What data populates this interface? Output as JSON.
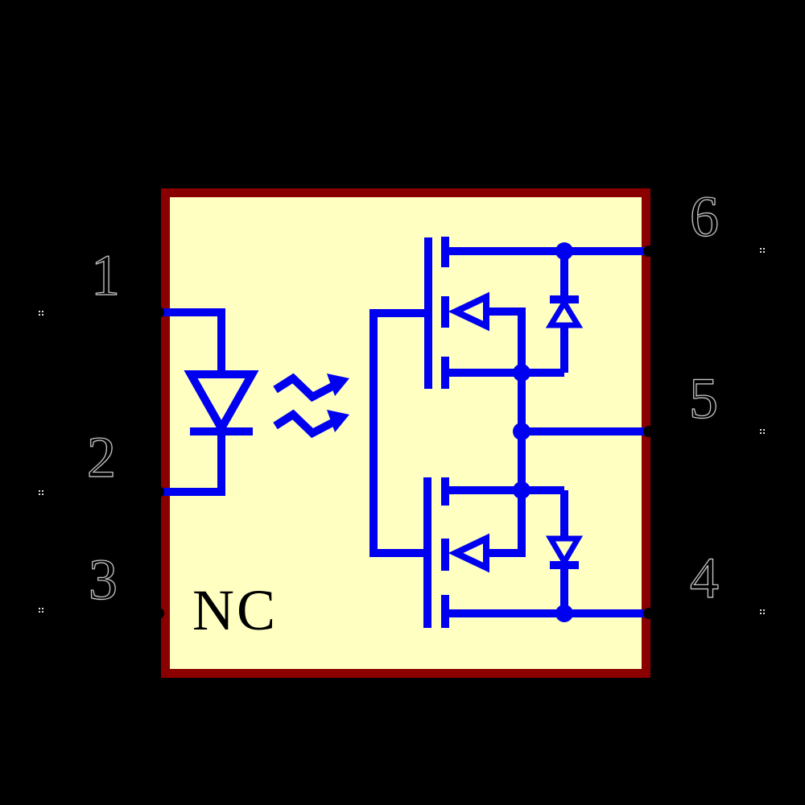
{
  "colors": {
    "background": "#000000",
    "package-fill": "#FFFFC2",
    "package-border": "#8A0000",
    "wire": "#0000F0",
    "nc-label": "#000000",
    "pin-digit-fill": "#000000",
    "pin-digit-outline": "#C9C9C9",
    "pin-tick": "#DFDFDF",
    "pin-endpoint": "#000000"
  },
  "schematic": {
    "nc_label": "NC",
    "pins": {
      "left": [
        {
          "number": "1"
        },
        {
          "number": "2"
        },
        {
          "number": "3"
        }
      ],
      "right": [
        {
          "number": "6"
        },
        {
          "number": "5"
        },
        {
          "number": "4"
        }
      ]
    },
    "icons": {
      "led": "led-diode-icon",
      "light_arrows": "light-emission-arrows-icon",
      "mosfet": "n-mosfet-icon",
      "body_diode": "diode-icon",
      "junction": "junction-dot",
      "pin_end": "pin-endpoint-dot",
      "pin_tick": "pin-tick-marker"
    }
  }
}
